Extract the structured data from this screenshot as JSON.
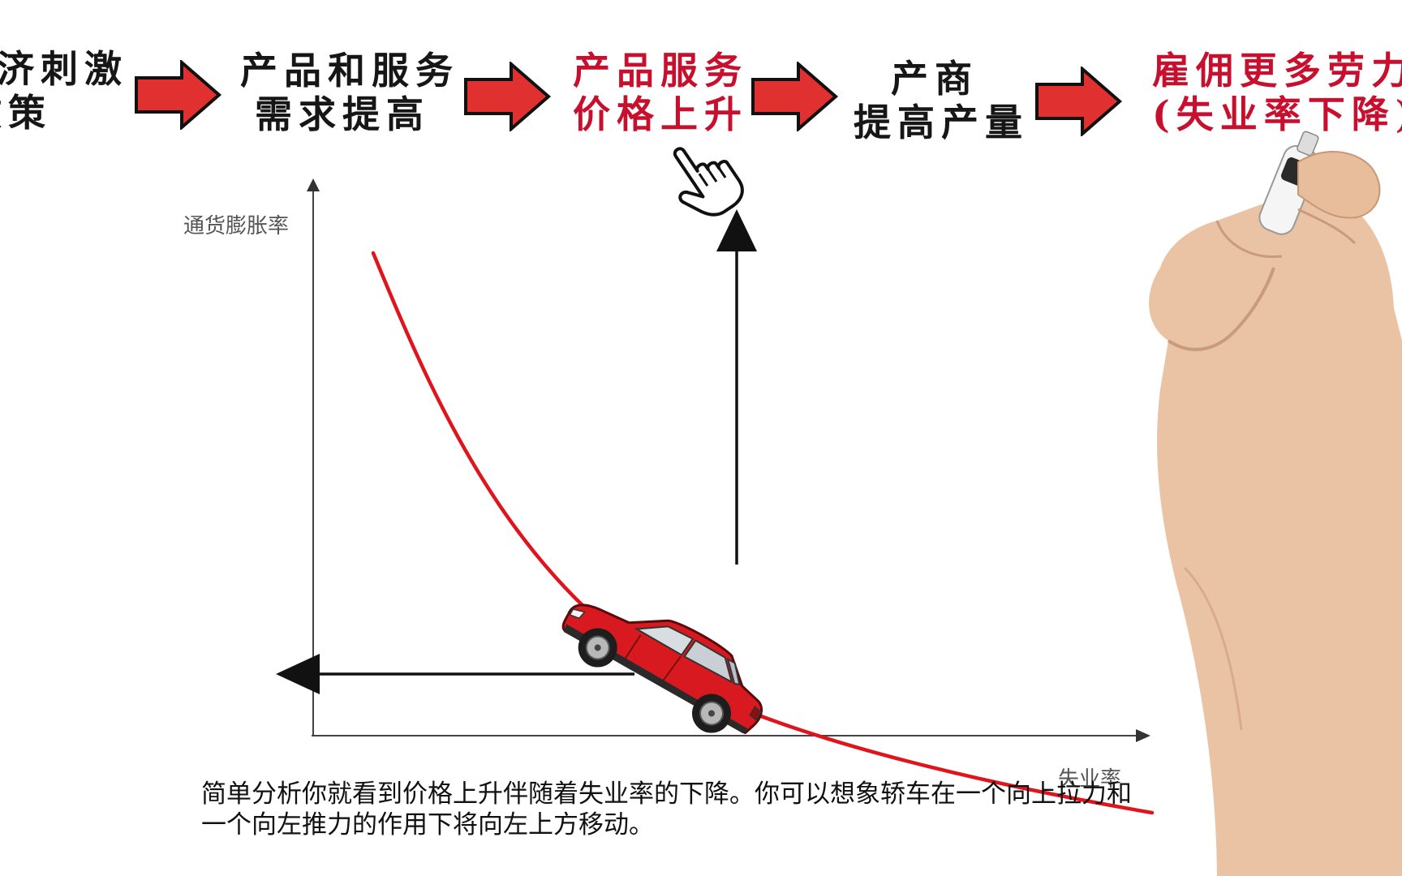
{
  "flow": {
    "step1": {
      "line1": "济刺激",
      "line2": "政策"
    },
    "step2": {
      "line1": "产品和服务",
      "line2": "需求提高"
    },
    "step3": {
      "line1": "产品服务",
      "line2": "价格上升"
    },
    "step4": {
      "line1": "产商",
      "line2": "提高产量"
    },
    "step5": {
      "line1": "雇佣更多劳力",
      "line2": "(失业率下降)"
    }
  },
  "axes": {
    "y_label": "通货膨胀率",
    "x_label": "失业率"
  },
  "subtitle": {
    "line1": "简单分析你就看到价格上升伴随着失业率的下降。你可以想象轿车在一个向上拉力和",
    "line2": "一个向左推力的作用下将向左上方移动。"
  },
  "colors": {
    "accent_red": "#c8102e",
    "arrow_fill": "#e03030",
    "curve": "#e0141c",
    "ink": "#161616"
  },
  "icons": [
    "hand-pointer-icon",
    "car-icon",
    "hand-with-marker"
  ]
}
